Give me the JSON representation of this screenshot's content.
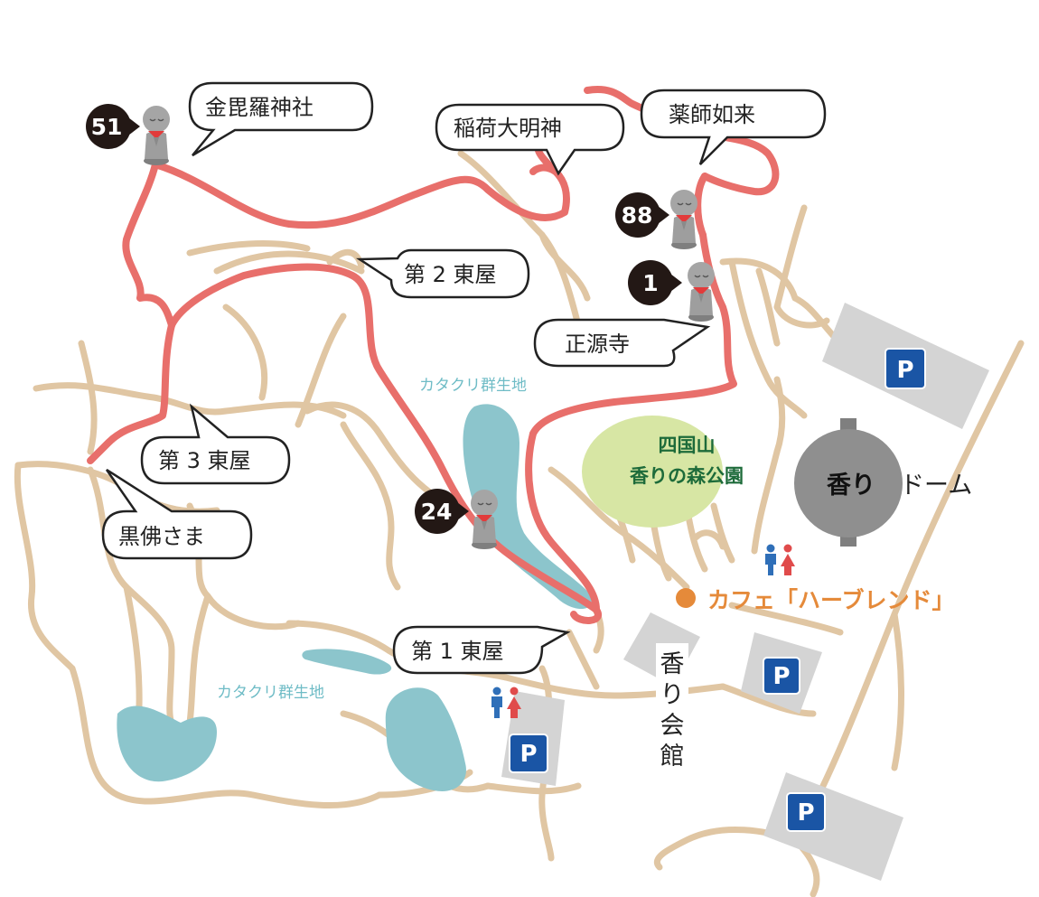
{
  "callouts": {
    "konpira": "金毘羅神社",
    "inari": "稲荷大明神",
    "yakushi": "薬師如来",
    "azumaya2": "第 2 東屋",
    "shogenji": "正源寺",
    "azumaya3": "第 3 東屋",
    "kurobotoke": "黒佛さま",
    "azumaya1": "第 1 東屋"
  },
  "statues": {
    "s51": "51",
    "s88": "88",
    "s1": "1",
    "s24": "24"
  },
  "labels": {
    "katakuri_upper": "カタクリ群生地",
    "katakuri_lower": "カタクリ群生地",
    "park_line1": "四国山",
    "park_line2": "香りの森公園",
    "dome_main": "香り",
    "dome_rest": "ドーム",
    "cafe": "カフェ「ハーブレンド」",
    "kaikan1": "香",
    "kaikan2": "り",
    "kaikan3": "会",
    "kaikan4": "館"
  },
  "parking": {
    "p1": "P",
    "p2": "P",
    "p3": "P",
    "p4": "P"
  },
  "icons": {
    "statue": "jizo-statue-icon",
    "parking": "parking-icon",
    "restroom": "restroom-icon",
    "cafe": "cafe-marker-icon"
  },
  "colors": {
    "trail": "#e86f6b",
    "road": "#e0c6a3",
    "pond": "#8cc5cc",
    "park": "#d7e6a4",
    "dome": "#8f8f8f",
    "parking_sign": "#1a55a5",
    "cafe": "#e58a3a",
    "park_label": "#1d6b3a",
    "restroom_male": "#2f6fb8",
    "restroom_female": "#e04b4b"
  }
}
